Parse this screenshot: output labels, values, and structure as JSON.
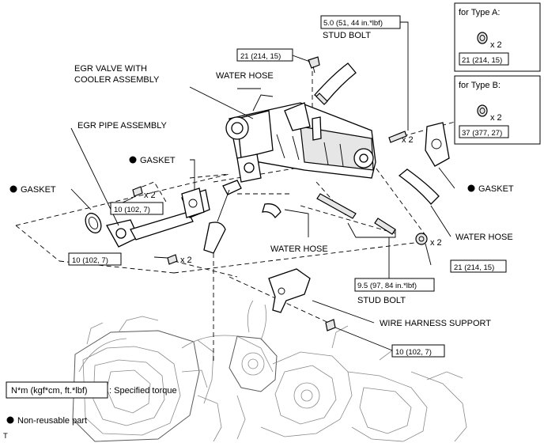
{
  "labels": {
    "egr_valve": [
      "EGR VALVE WITH",
      "COOLER ASSEMBLY"
    ],
    "water_hose_top": "WATER HOSE",
    "egr_pipe": "EGR PIPE ASSEMBLY",
    "gasket_mid": "GASKET",
    "gasket_left": "GASKET",
    "gasket_right": "GASKET",
    "water_hose_right": "WATER HOSE",
    "water_hose_bottom": "WATER HOSE",
    "stud_bolt_top": "STUD BOLT",
    "stud_bolt_bottom": "STUD BOLT",
    "wire_harness": "WIRE HARNESS SUPPORT",
    "type_a": "for Type A:",
    "type_b": "for Type B:"
  },
  "torques": {
    "t_21_top": "21 (214, 15)",
    "t_stud_top": "5.0 (51, 44 in.*lbf)",
    "t_type_a": "21 (214, 15)",
    "t_type_b": "37 (377, 27)",
    "t_10_mid": "10 (102, 7)",
    "t_10_left": "10 (102, 7)",
    "t_21_right": "21 (214, 15)",
    "t_stud_bottom": "9.5 (97, 84 in.*lbf)",
    "t_10_bottom": "10 (102, 7)"
  },
  "quantities": {
    "q_stud_top": "x 2",
    "q_type_a": "x 2",
    "q_type_b": "x 2",
    "q_gasket_bolt": "x 2",
    "q_left_bolt": "x 2",
    "q_right_nut": "x 2"
  },
  "legend": {
    "torque_units": "N*m (kgf*cm, ft.*lbf)",
    "torque_desc": ": Specified torque",
    "nonreusable": "Non-reusable part"
  },
  "corner_mark": "T"
}
